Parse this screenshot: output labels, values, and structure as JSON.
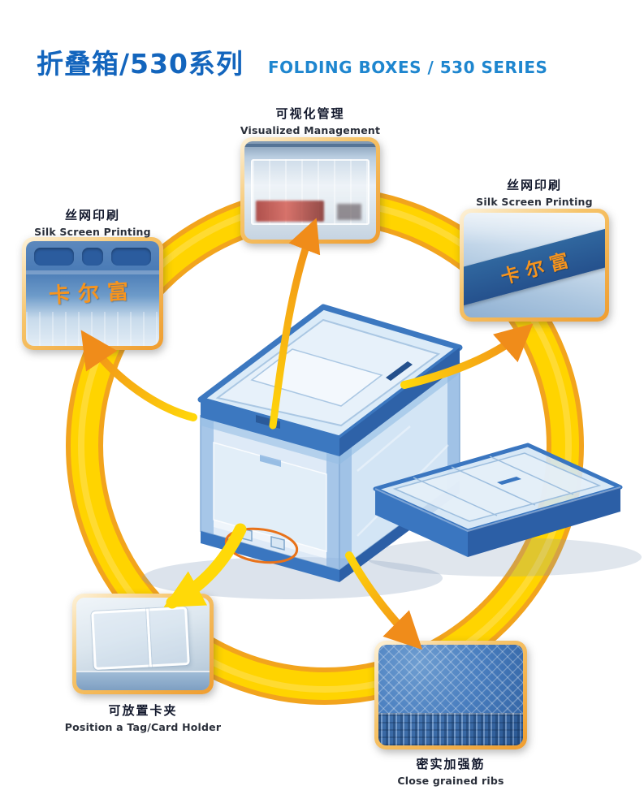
{
  "header": {
    "title_zh": "折叠箱/530系列",
    "title_en": "FOLDING BOXES / 530 SERIES"
  },
  "callouts": {
    "visualized": {
      "label_zh": "可视化管理",
      "label_en": "Visualized Management"
    },
    "silk_screen_right": {
      "label_zh": "丝网印刷",
      "label_en": "Silk Screen Printing",
      "print_text": "卡尔富"
    },
    "silk_screen_left": {
      "label_zh": "丝网印刷",
      "label_en": "Silk Screen Printing",
      "print_text": "卡尔富"
    },
    "tag_holder": {
      "label_zh": "可放置卡夹",
      "label_en": "Position a Tag/Card Holder"
    },
    "ribs": {
      "label_zh": "密实加强筋",
      "label_en": "Close grained ribs"
    }
  },
  "colors": {
    "title_blue": "#1365bd",
    "title_blue_light": "#1e86cf",
    "ring_yellow": "#ffd400",
    "ring_orange_edge": "#f2a41d",
    "arrow_orange": "#f08c1a",
    "arrow_yellow": "#ffd908",
    "box_blue": "#3a76c0",
    "box_blue_dark": "#2c5fa6",
    "print_text_orange": "#f7941d"
  }
}
